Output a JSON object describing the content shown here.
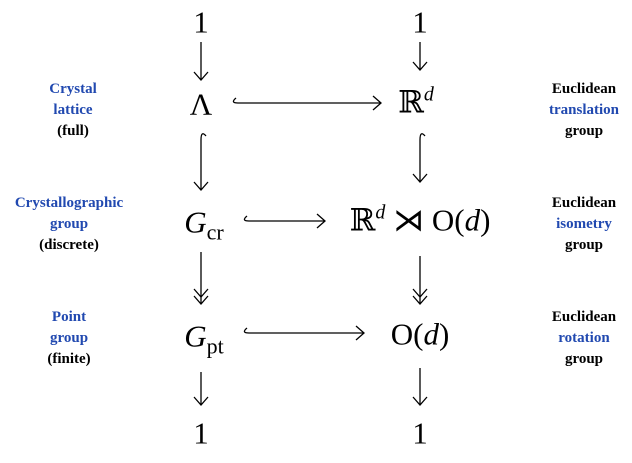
{
  "nodes": {
    "top_left": "1",
    "top_right": "1",
    "lattice": "Λ",
    "translation": "ℝ",
    "translation_sup": "d",
    "cryst": "G",
    "cryst_sub": "cr",
    "isometry_R": "ℝ",
    "isometry_sup": "d",
    "isometry_op": "⋊",
    "isometry_O": "O(",
    "isometry_d": "d",
    "isometry_close": ")",
    "point": "G",
    "point_sub": "pt",
    "rotation_O": "O(",
    "rotation_d": "d",
    "rotation_close": ")",
    "bottom_left": "1",
    "bottom_right": "1"
  },
  "left_labels": [
    {
      "line1": "Crystal",
      "line2": "lattice",
      "line3": "(full)"
    },
    {
      "line1": "Crystallographic",
      "line2": "group",
      "line3": "(discrete)"
    },
    {
      "line1": "Point",
      "line2": "group",
      "line3": "(finite)"
    }
  ],
  "right_labels": [
    {
      "line1": "Euclidean",
      "line2": "translation",
      "line3": "group"
    },
    {
      "line1": "Euclidean",
      "line2": "isometry",
      "line3": "group"
    },
    {
      "line1": "Euclidean",
      "line2": "rotation",
      "line3": "group"
    }
  ],
  "colors": {
    "accent": "#2149b0",
    "text": "#000000"
  }
}
